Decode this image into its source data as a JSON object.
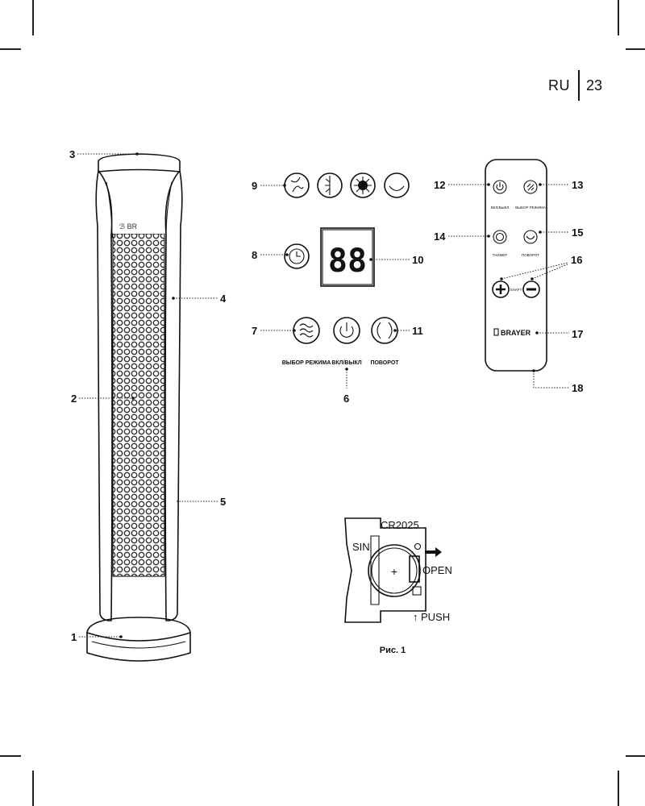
{
  "header": {
    "lang": "RU",
    "page": "23"
  },
  "callouts": {
    "c1": "1",
    "c2": "2",
    "c3": "3",
    "c4": "4",
    "c5": "5",
    "c6": "6",
    "c7": "7",
    "c8": "8",
    "c9": "9",
    "c10": "10",
    "c11": "11",
    "c12": "12",
    "c13": "13",
    "c14": "14",
    "c15": "15",
    "c16": "16",
    "c17": "17",
    "c18": "18"
  },
  "control_panel": {
    "display": "88",
    "mode_label": "ВЫБОР РЕЖИМА",
    "power_label": "ВКЛ/ВЫКЛ",
    "rotate_label": "ПОВОРОТ"
  },
  "remote": {
    "power_label": "ВКЛ/ВЫКЛ",
    "mode_label": "ВЫБОР РЕЖИМА",
    "timer_label": "ТАЙМЕР",
    "rotate_label": "ПОВОРОТ",
    "speed_label": "SHAFT",
    "brand": "BRAYER"
  },
  "battery": {
    "model": "CR2025",
    "side_mark": "SIN",
    "open_label": "OPEN",
    "push_label": "PUSH"
  },
  "caption": "Рис. 1"
}
